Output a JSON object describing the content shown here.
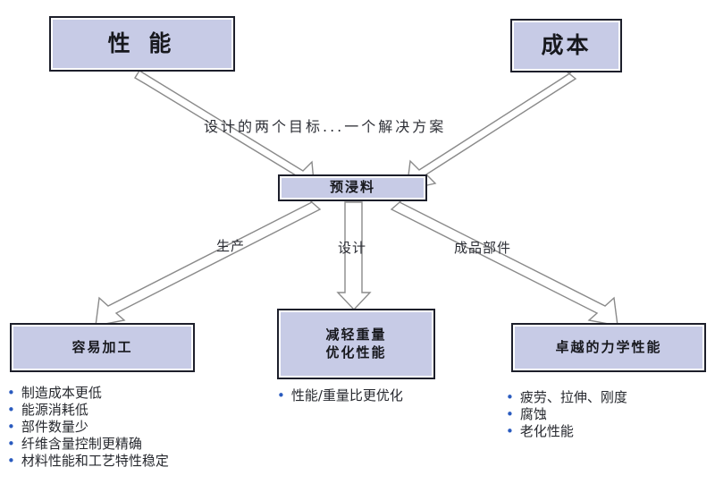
{
  "diagram": {
    "title_label": "设计的两个目标...一个解决方案",
    "top_nodes": [
      {
        "id": "performance",
        "label": "性 能"
      },
      {
        "id": "cost",
        "label": "成本"
      }
    ],
    "center_node": {
      "id": "prepreg",
      "label": "预浸料"
    },
    "edge_labels": [
      {
        "id": "production",
        "label": "生产"
      },
      {
        "id": "design",
        "label": "设计"
      },
      {
        "id": "finished-part",
        "label": "成品部件"
      }
    ],
    "bottom_nodes": [
      {
        "id": "easy-processing",
        "lines": [
          "容易加工"
        ],
        "bullets": [
          "制造成本更低",
          "能源消耗低",
          "部件数量少",
          "纤维含量控制更精确",
          "材料性能和工艺特性稳定"
        ]
      },
      {
        "id": "weight-performance",
        "lines": [
          "减轻重量",
          "优化性能"
        ],
        "bullets": [
          "性能/重量比更优化"
        ]
      },
      {
        "id": "mechanical",
        "lines": [
          "卓越的力学性能"
        ],
        "bullets": [
          "疲劳、拉伸、刚度",
          "腐蚀",
          "老化性能"
        ]
      }
    ],
    "bullet_glyph": "•",
    "colors": {
      "box_fill": "#c7cbe6",
      "box_border": "#1d1f2b",
      "arrow_stroke": "#8a8a8a",
      "arrow_fill": "#ffffff",
      "bullet_dot": "#2a5bbf",
      "text": "#26282e",
      "background": "#ffffff"
    }
  }
}
